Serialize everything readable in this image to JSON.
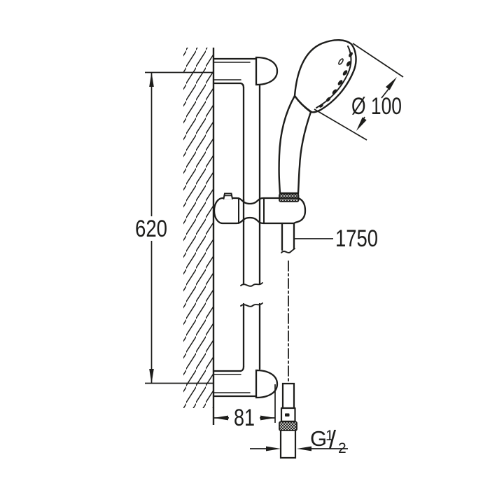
{
  "drawing": {
    "background": "#ffffff",
    "ink": "#1d1d1b",
    "labels": {
      "rail_height": "620",
      "head_diameter": "Ø 100",
      "hose_length": "1750",
      "wall_distance": "81",
      "thread_g": "G",
      "thread_num": "1",
      "thread_slash": "/",
      "thread_den": "2"
    },
    "components": [
      "wall-section-hatched",
      "shower-rail",
      "top-wall-bracket",
      "bottom-wall-bracket",
      "slider-holder",
      "hand-shower",
      "shower-hose",
      "hose-connector"
    ]
  }
}
